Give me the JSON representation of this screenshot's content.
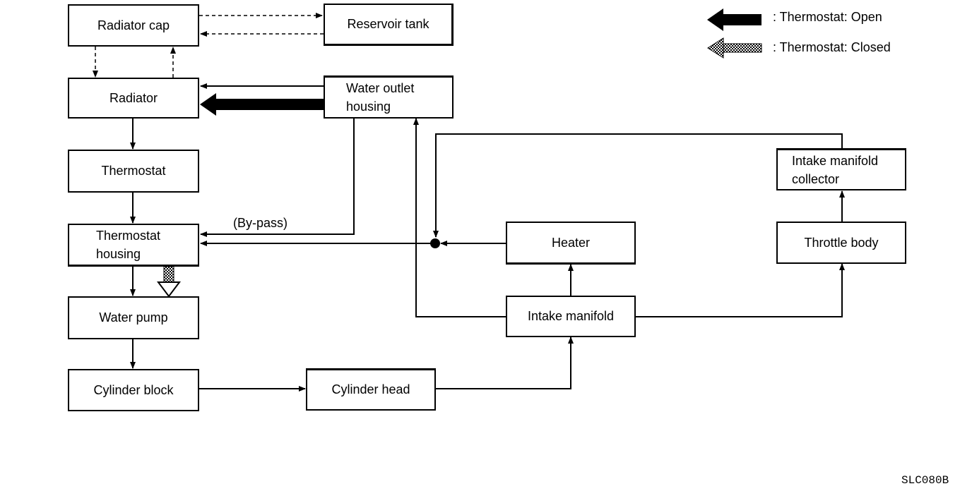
{
  "legend": {
    "open": ": Thermostat: Open",
    "closed": ": Thermostat: Closed"
  },
  "nodes": {
    "radiator_cap": "Radiator cap",
    "reservoir_tank": "Reservoir tank",
    "radiator": "Radiator",
    "water_outlet_housing": "Water outlet\nhousing",
    "thermostat": "Thermostat",
    "thermostat_housing": "Thermostat\nhousing",
    "water_pump": "Water pump",
    "cylinder_block": "Cylinder block",
    "cylinder_head": "Cylinder head",
    "intake_manifold": "Intake manifold",
    "heater": "Heater",
    "throttle_body": "Throttle body",
    "intake_manifold_collector": "Intake manifold\ncollector"
  },
  "labels": {
    "bypass": "(By-pass)"
  },
  "figure_code": "SLC080B"
}
